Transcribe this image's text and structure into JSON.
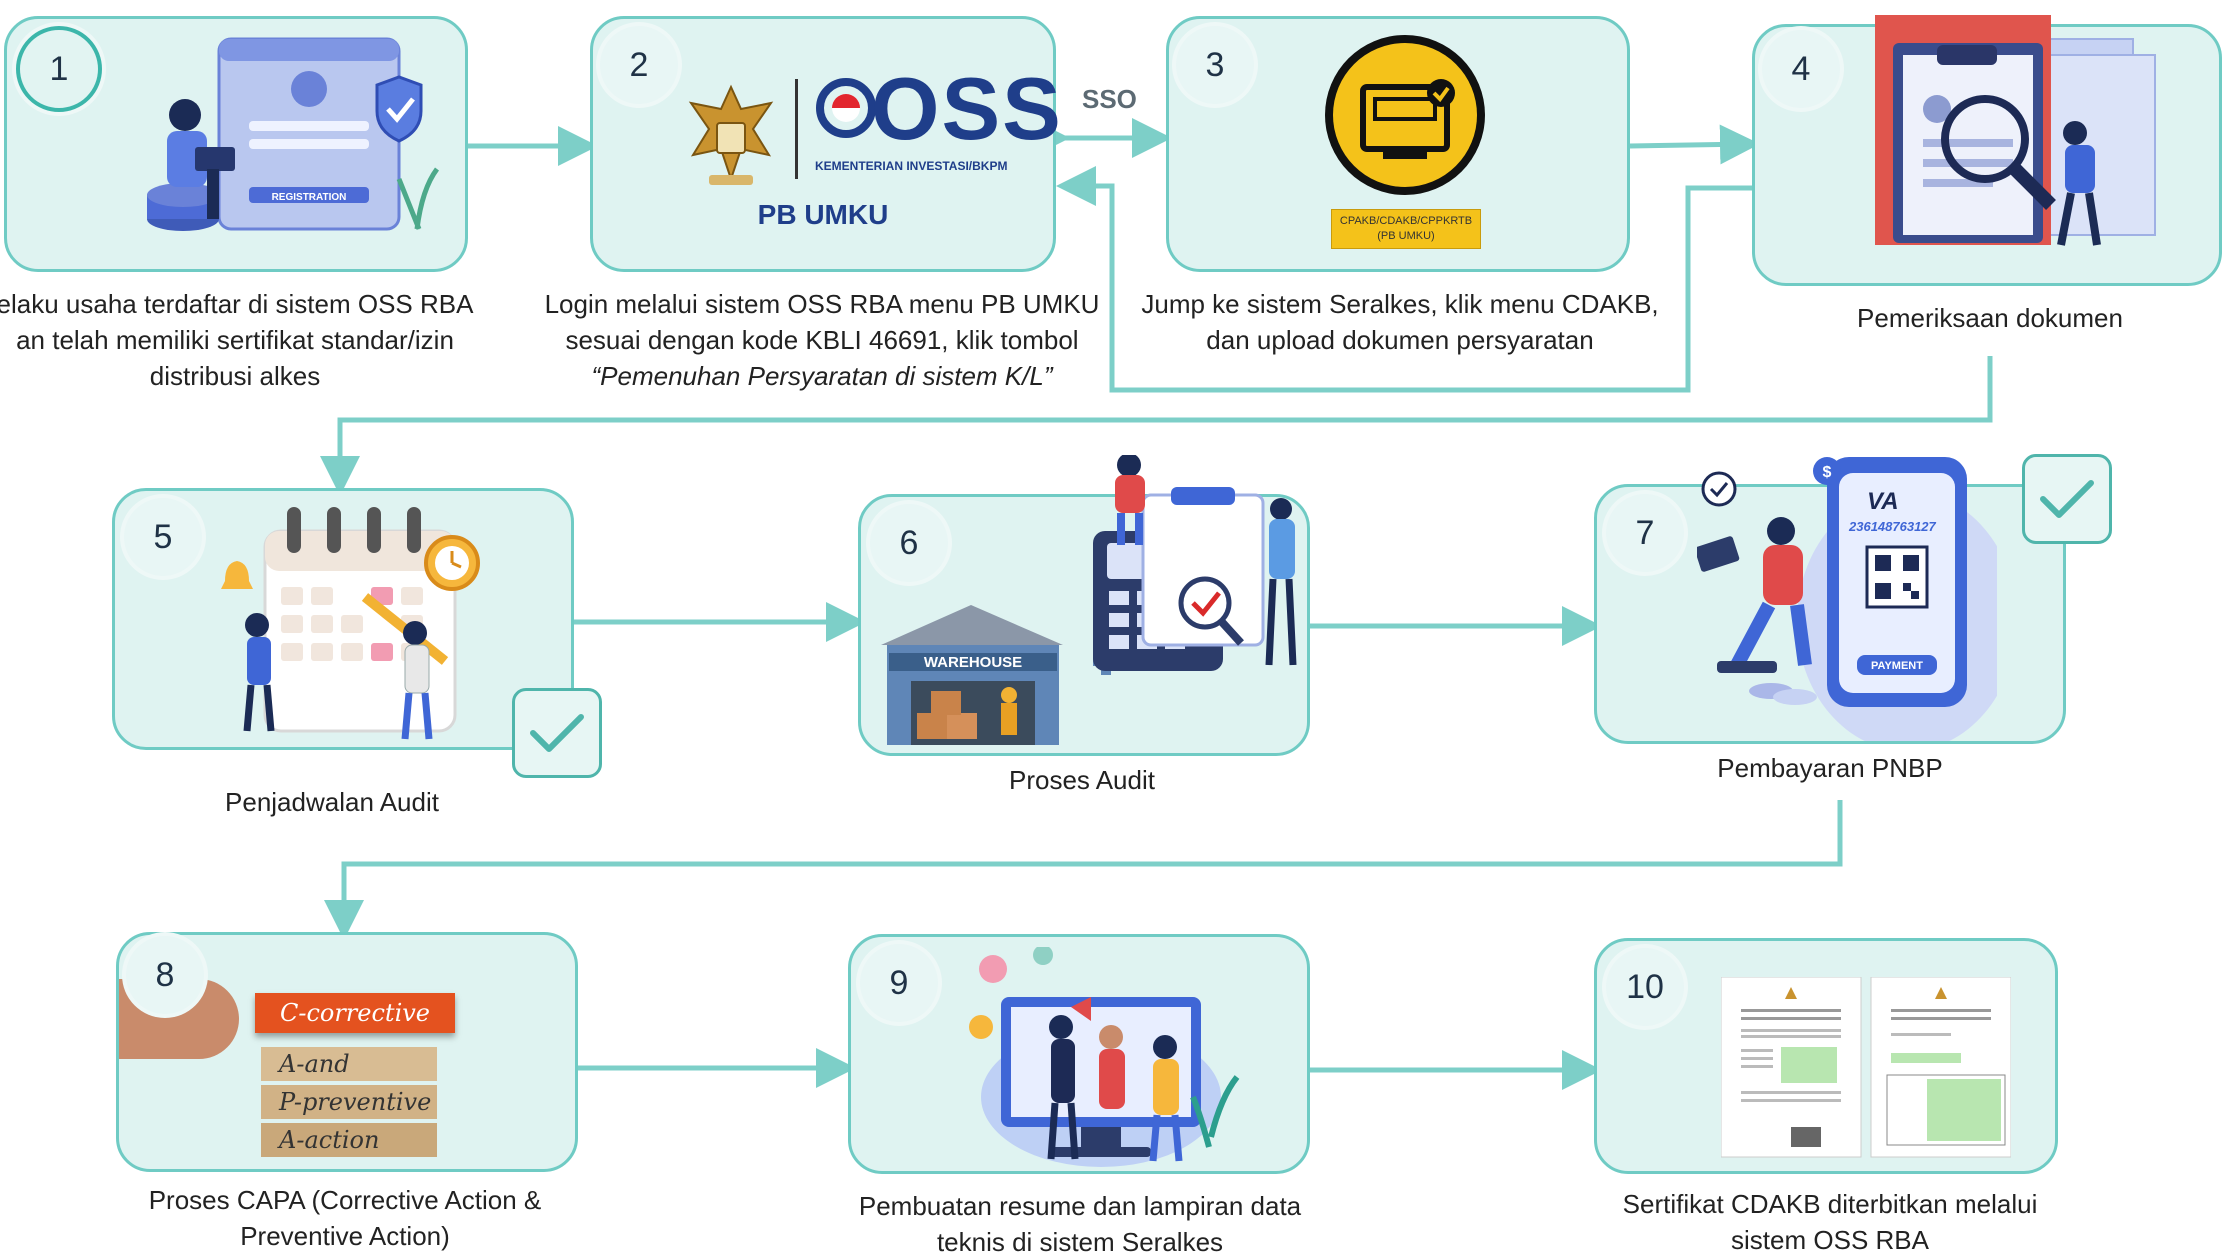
{
  "colors": {
    "box_fill": "#dff3f1",
    "box_border": "#6fcbc4",
    "arrow": "#7dcfc8",
    "number_text": "#1f3246"
  },
  "sso_label": "SSO",
  "steps": [
    {
      "number": "1",
      "caption_lines": [
        "elaku usaha terdaftar di sistem OSS RBA",
        "an telah memiliki sertifikat standar/izin",
        "distribusi alkes"
      ],
      "image_text": "REGISTRATION"
    },
    {
      "number": "2",
      "caption_lines": [
        "Login melalui sistem OSS RBA menu PB UMKU",
        "sesuai dengan kode KBLI 46691, klik tombol",
        "“Pemenuhan Persyaratan di sistem K/L”"
      ],
      "logo_text": "OSS",
      "logo_subtext": "KEMENTERIAN INVESTASI/BKPM",
      "logo_label": "PB UMKU"
    },
    {
      "number": "3",
      "caption_lines": [
        "Jump ke sistem Seralkes, klik menu CDAKB,",
        "dan upload dokumen persyaratan"
      ],
      "badge_line1": "CPAKB/CDAKB/CPPKRTB",
      "badge_line2": "(PB UMKU)"
    },
    {
      "number": "4",
      "caption_lines": [
        "Pemeriksaan dokumen"
      ]
    },
    {
      "number": "5",
      "caption_lines": [
        "Penjadwalan Audit"
      ]
    },
    {
      "number": "6",
      "caption_lines": [
        "Proses Audit"
      ],
      "image_text": "WAREHOUSE"
    },
    {
      "number": "7",
      "caption_lines": [
        "Pembayaran PNBP"
      ],
      "va_label": "VA",
      "va_number": "236148763127",
      "pay_label": "PAYMENT"
    },
    {
      "number": "8",
      "caption_lines": [
        "Proses CAPA (Corrective Action &",
        "Preventive Action)"
      ],
      "blocks": [
        "C-corrective",
        "A-and",
        "P-preventive",
        "A-action"
      ]
    },
    {
      "number": "9",
      "caption_lines": [
        "Pembuatan resume dan lampiran data",
        "teknis di sistem Seralkes"
      ]
    },
    {
      "number": "10",
      "caption_lines": [
        "Sertifikat CDAKB diterbitkan melalui",
        "sistem OSS RBA"
      ]
    }
  ]
}
